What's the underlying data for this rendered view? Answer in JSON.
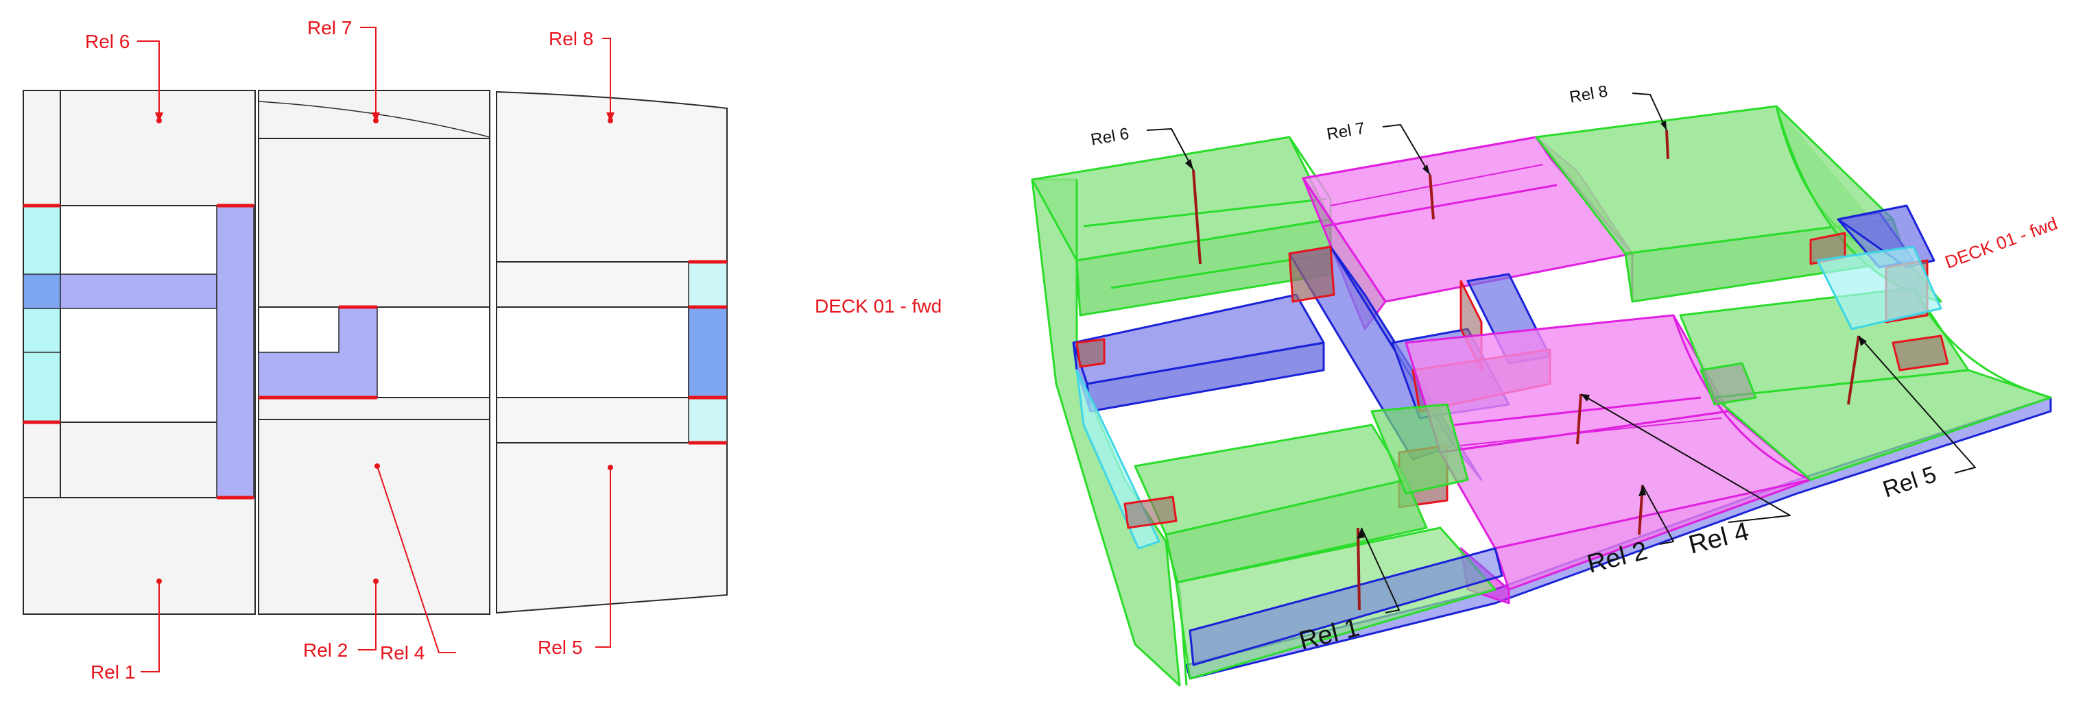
{
  "colors": {
    "annotation": "#e8141c",
    "outline": "#2a2a2a",
    "green_fill": "#7de07a",
    "green_edge": "#2bdc2b",
    "magenta_fill": "#f07cf0",
    "magenta_edge": "#e020e0",
    "blue_fill": "#6f74e6",
    "blue_edge": "#1a22d8",
    "cyan_fill": "#a6f4f4",
    "cyan_edge": "#3fd6e6",
    "plan_panel": "#f3f3f3",
    "plan_blue": "#aeb0f5",
    "plan_cyan": "#b6f6f6",
    "plan_blue_dark": "#7ea6f0"
  },
  "plan_labels": {
    "rel1": "Rel 1",
    "rel2": "Rel 2",
    "rel4": "Rel 4",
    "rel5": "Rel 5",
    "rel6": "Rel 6",
    "rel7": "Rel 7",
    "rel8": "Rel 8"
  },
  "deck_label_center": "DECK 01 - fwd",
  "iso_labels": {
    "rel1": "Rel 1",
    "rel2": "Rel 2",
    "rel4": "Rel 4",
    "rel5": "Rel 5",
    "rel6": "Rel 6",
    "rel7": "Rel 7",
    "rel8": "Rel 8"
  },
  "deck_label_iso": "DECK 01 - fwd"
}
